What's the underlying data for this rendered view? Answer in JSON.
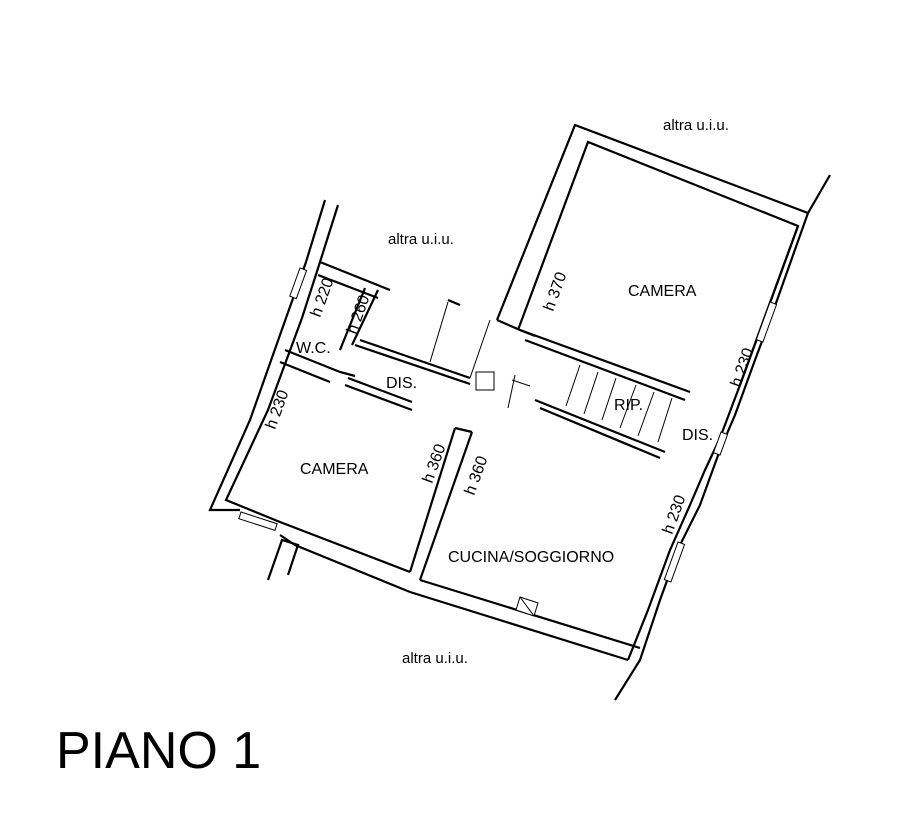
{
  "floor_title": "PIANO 1",
  "neighbors": {
    "top_right": "altra u.i.u.",
    "top_middle": "altra u.i.u.",
    "bottom": "altra u.i.u."
  },
  "rooms": {
    "camera_top": "CAMERA",
    "camera_left": "CAMERA",
    "cucina_soggiorno": "CUCINA/SOGGIORNO",
    "wc": "W.C.",
    "dis_main": "DIS.",
    "dis_small": "DIS.",
    "ripostiglio": "RIP."
  },
  "heights": {
    "wc_left": "h 220",
    "wc_right": "h 260",
    "camera_top": "h 370",
    "camera_top_right": "h 230",
    "camera_left": "h 230",
    "wall_left_360": "h 360",
    "wall_right_360": "h 360",
    "cucina_right": "h 230"
  }
}
